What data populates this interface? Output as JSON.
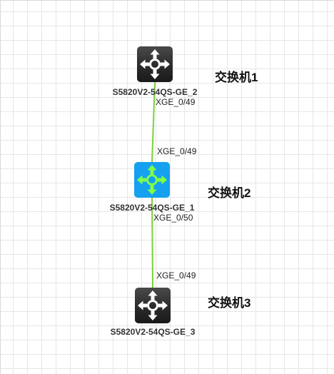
{
  "topology": {
    "colors": {
      "link": "#7ccf3a",
      "device_dark": "#2b2b2b",
      "device_selected": "#15a1f0",
      "icon_dark_glyph": "#ffffff",
      "icon_selected_glyph": "#7dff4a"
    },
    "devices": [
      {
        "id": "sw1",
        "hostname": "S5820V2-54QS-GE_2",
        "caption": "交换机1",
        "selected": false,
        "icon": "switch-icon"
      },
      {
        "id": "sw2",
        "hostname": "S5820V2-54QS-GE_1",
        "caption": "交换机2",
        "selected": true,
        "icon": "switch-icon"
      },
      {
        "id": "sw3",
        "hostname": "S5820V2-54QS-GE_3",
        "caption": "交换机3",
        "selected": false,
        "icon": "switch-icon"
      }
    ],
    "links": [
      {
        "from": "sw1",
        "to": "sw2",
        "from_port": "XGE_0/49",
        "to_port": "XGE_0/49"
      },
      {
        "from": "sw2",
        "to": "sw3",
        "from_port": "XGE_0/50",
        "to_port": "XGE_0/49"
      }
    ]
  }
}
